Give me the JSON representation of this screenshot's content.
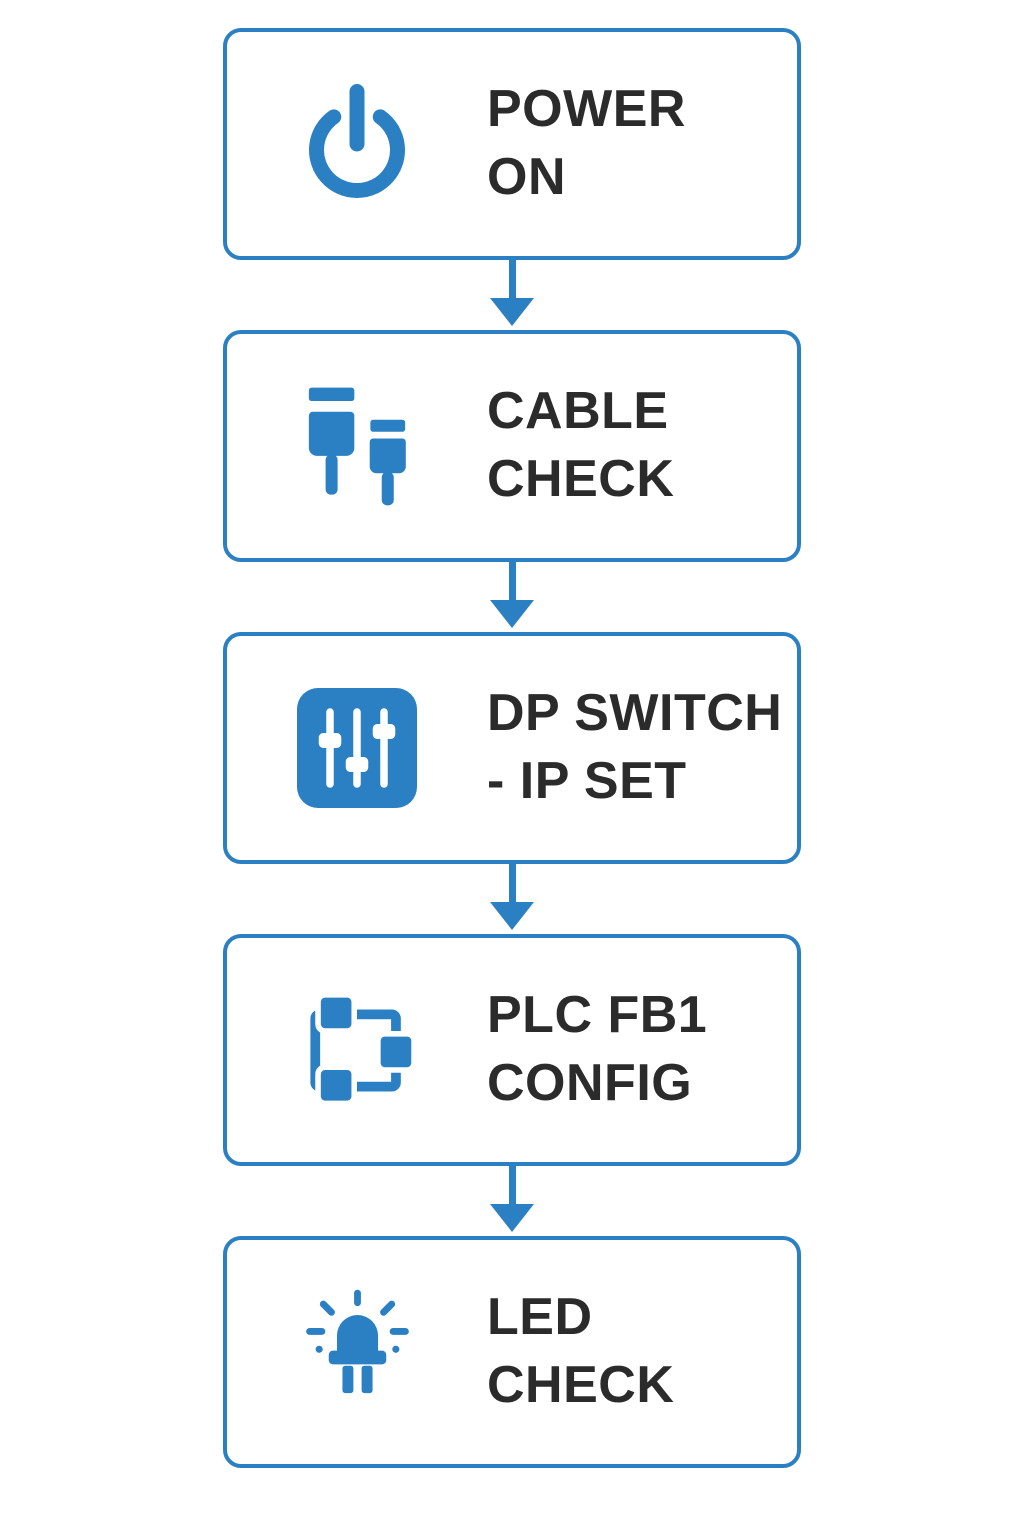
{
  "colors": {
    "accent": "#2b80c4",
    "text": "#2b2b2b",
    "background": "#ffffff"
  },
  "diagram": {
    "type": "flowchart",
    "direction": "vertical",
    "steps": [
      {
        "id": "power-on",
        "line1": "POWER",
        "line2": "ON",
        "icon": "power-icon"
      },
      {
        "id": "cable-check",
        "line1": "CABLE",
        "line2": "CHECK",
        "icon": "cable-connectors-icon"
      },
      {
        "id": "dp-switch-ip-set",
        "line1": "DP SWITCH",
        "line2": "- IP SET",
        "icon": "dip-switch-sliders-icon"
      },
      {
        "id": "plc-fb1-config",
        "line1": "PLC FB1",
        "line2": "CONFIG",
        "icon": "network-nodes-icon"
      },
      {
        "id": "led-check",
        "line1": "LED",
        "line2": "CHECK",
        "icon": "led-bulb-icon"
      }
    ]
  }
}
